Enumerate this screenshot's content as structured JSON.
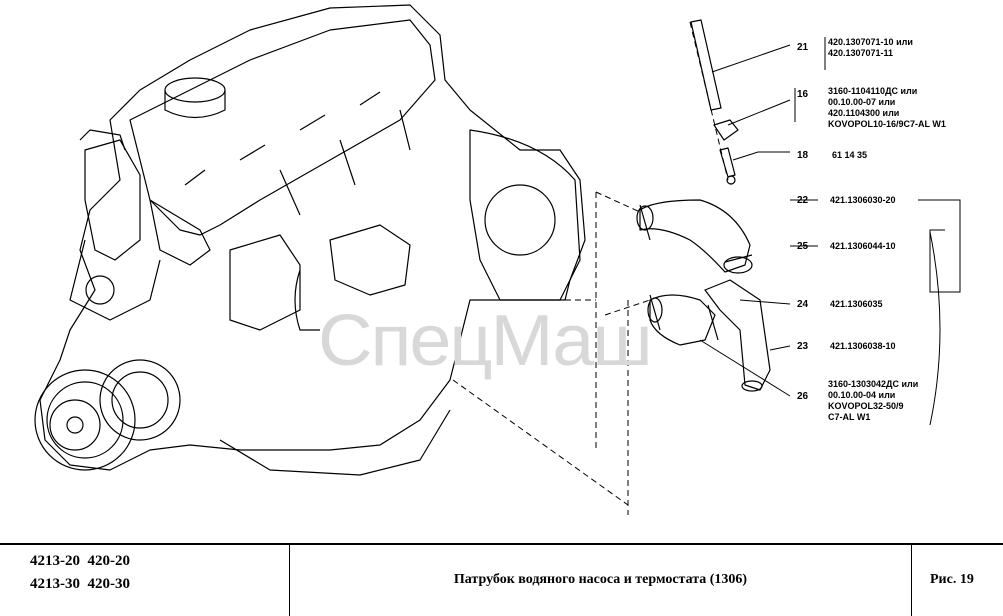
{
  "watermark": "СпецМаш",
  "parts": [
    {
      "pos": "21",
      "codes": [
        "420.1307071-10 или",
        "420.1307071-11"
      ]
    },
    {
      "pos": "16",
      "codes": [
        "3160-1104110ДС или",
        "00.10.00-07 или",
        "420.1104300 или",
        "KOVOPOL10-16/9C7-AL W1"
      ]
    },
    {
      "pos": "18",
      "codes": [
        "61 14 35"
      ]
    },
    {
      "pos": "22",
      "codes": [
        "421.1306030-20"
      ]
    },
    {
      "pos": "25",
      "codes": [
        "421.1306044-10"
      ]
    },
    {
      "pos": "24",
      "codes": [
        "421.1306035"
      ]
    },
    {
      "pos": "23",
      "codes": [
        "421.1306038-10"
      ]
    },
    {
      "pos": "26",
      "codes": [
        "3160-1303042ДС или",
        "00.10.00-04 или",
        "KOVOPOL32-50/9",
        "C7-AL W1"
      ]
    }
  ],
  "footer": {
    "models": [
      "4213-20  420-20",
      "4213-30  420-30"
    ],
    "title": "Патрубок водяного насоса и термостата (1306)",
    "figure": "Рис. 19"
  }
}
